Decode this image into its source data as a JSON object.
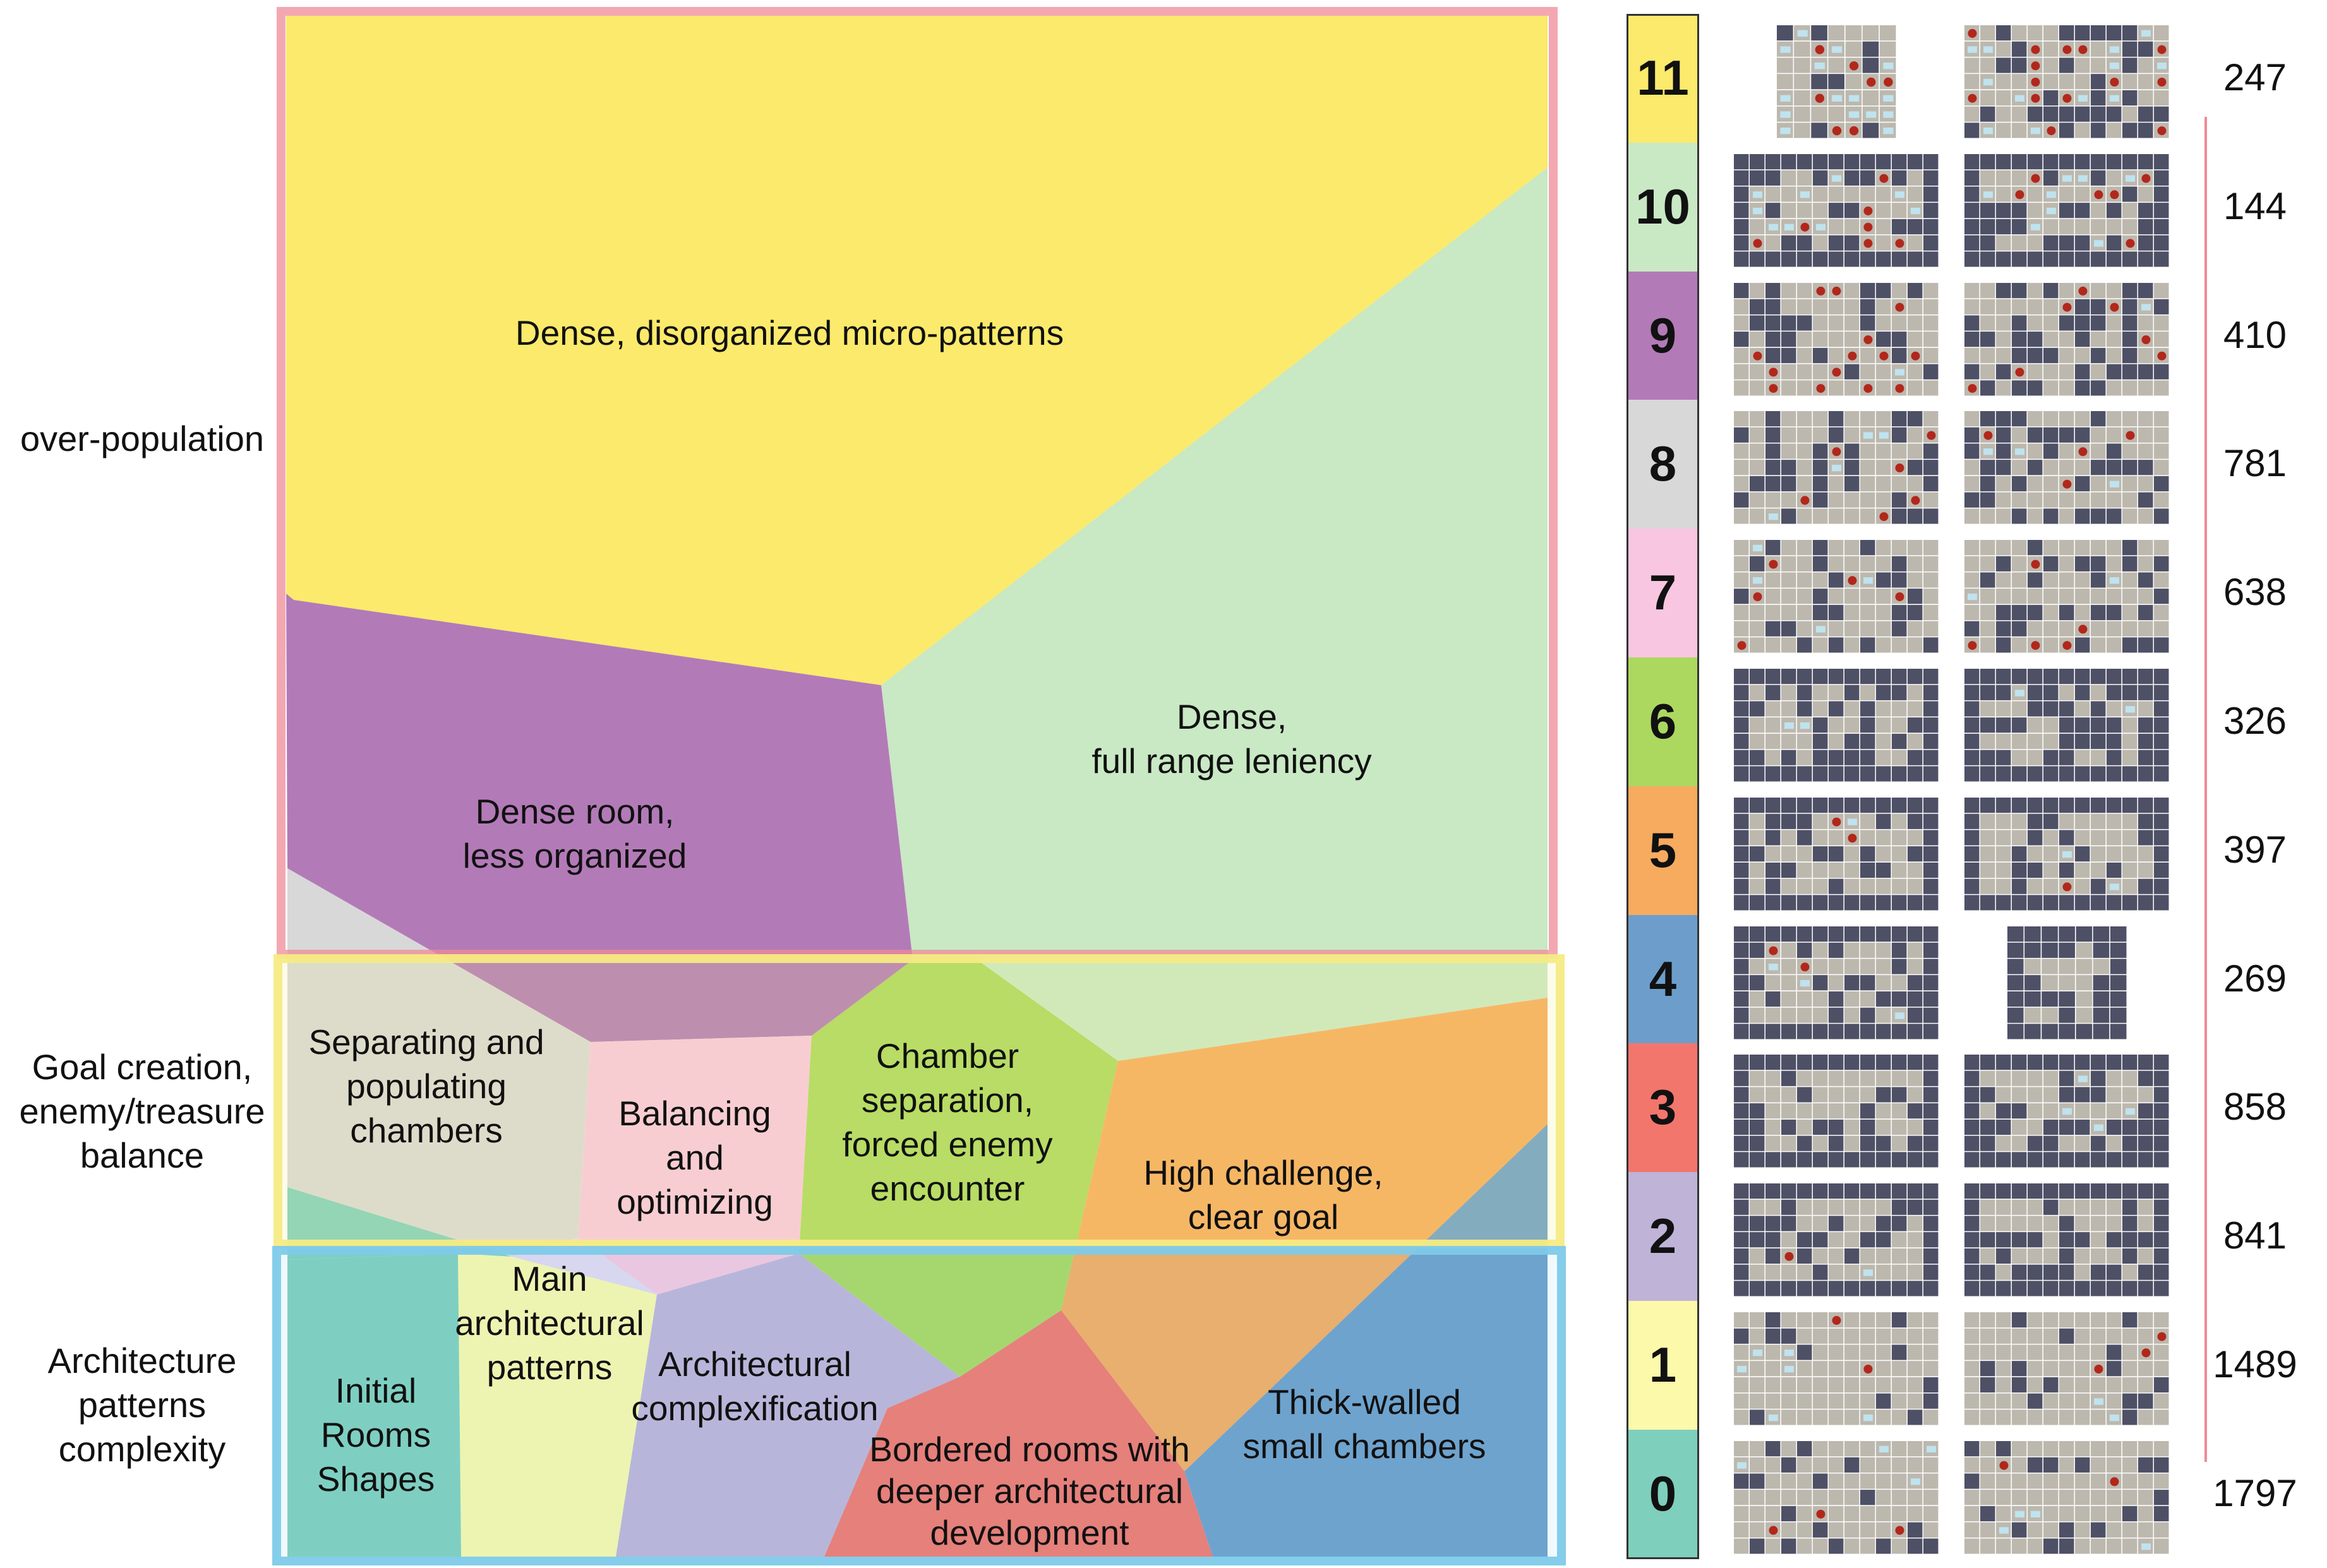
{
  "colors": {
    "c0": "#7fcfbd",
    "c1": "#fcf9aa",
    "c2": "#bfb3d8",
    "c3": "#f3766d",
    "c4": "#6d9ecb",
    "c5": "#f6ab5f",
    "c6": "#acd85f",
    "c7": "#f8c6e0",
    "c8": "#d8d8d8",
    "c9": "#b37ab8",
    "c10": "#c9e8c4",
    "c11": "#fbea6b",
    "band_overpop": "#ef8b97",
    "band_goal": "#f6ec83",
    "band_arch": "#7ecbea"
  },
  "bands": [
    {
      "label": "over-population",
      "color": "band_overpop"
    },
    {
      "label": "Goal creation, enemy/treasure balance",
      "color": "band_goal"
    },
    {
      "label": "Architecture patterns complexity",
      "color": "band_arch"
    }
  ],
  "side_lines": {
    "overpop": [
      "over-population"
    ],
    "goal": [
      "Goal creation,",
      "enemy/treasure",
      "balance"
    ],
    "arch": [
      "Architecture",
      "patterns",
      "complexity"
    ]
  },
  "regions": {
    "r11": [
      "Dense, disorganized micro-patterns"
    ],
    "r10": [
      "Dense,",
      "full range leniency"
    ],
    "r9": [
      "Dense room,",
      "less organized"
    ],
    "r8": [
      "Separating and",
      "populating",
      "chambers"
    ],
    "r7": [
      "Balancing",
      "and",
      "optimizing"
    ],
    "r6": [
      "Chamber",
      "separation,",
      "forced enemy",
      "encounter"
    ],
    "r5": [
      "High challenge,",
      "clear goal"
    ],
    "r1": [
      "Main",
      "architectural",
      "patterns"
    ],
    "r2": [
      "Architectural",
      "complexification"
    ],
    "r0": [
      "Initial",
      "Rooms",
      "Shapes"
    ],
    "r3": [
      "Bordered rooms with",
      "deeper architectural",
      "development"
    ],
    "r4": [
      "Thick-walled",
      "small chambers"
    ]
  },
  "clusters": [
    {
      "id": "11",
      "count": "247",
      "color": "c11",
      "icon": "dungeon-tile"
    },
    {
      "id": "10",
      "count": "144",
      "color": "c10",
      "icon": "dungeon-tile"
    },
    {
      "id": "9",
      "count": "410",
      "color": "c9",
      "icon": "dungeon-tile"
    },
    {
      "id": "8",
      "count": "781",
      "color": "c8",
      "icon": "dungeon-tile"
    },
    {
      "id": "7",
      "count": "638",
      "color": "c7",
      "icon": "dungeon-tile"
    },
    {
      "id": "6",
      "count": "326",
      "color": "c6",
      "icon": "dungeon-tile"
    },
    {
      "id": "5",
      "count": "397",
      "color": "c5",
      "icon": "dungeon-tile"
    },
    {
      "id": "4",
      "count": "269",
      "color": "c4",
      "icon": "dungeon-tile"
    },
    {
      "id": "3",
      "count": "858",
      "color": "c3",
      "icon": "dungeon-tile"
    },
    {
      "id": "2",
      "count": "841",
      "color": "c2",
      "icon": "dungeon-tile"
    },
    {
      "id": "1",
      "count": "1489",
      "color": "c1",
      "icon": "dungeon-tile"
    },
    {
      "id": "0",
      "count": "1797",
      "color": "c0",
      "icon": "dungeon-tile"
    }
  ]
}
